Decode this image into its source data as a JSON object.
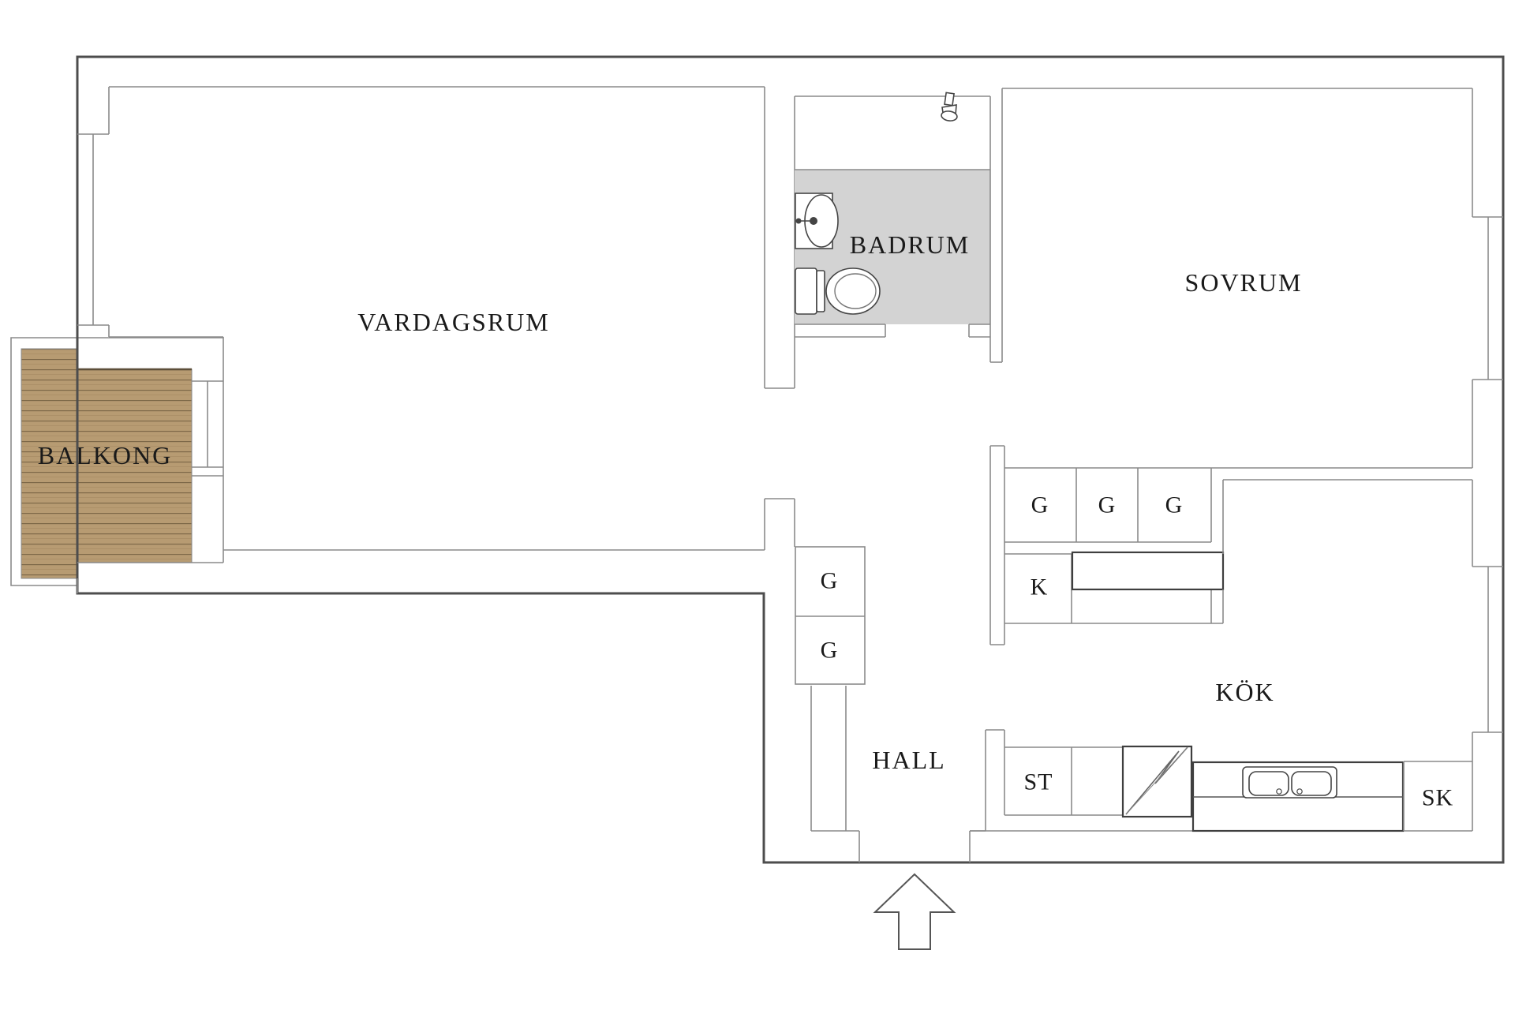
{
  "page": {
    "type": "apartment-floor-plan",
    "background": "#ffffff"
  },
  "rooms": {
    "vardagsrum": "VARDAGSRUM",
    "badrum": "BADRUM",
    "sovrum": "SOVRUM",
    "balkong": "BALKONG",
    "hall": "HALL",
    "kok": "KÖK"
  },
  "closets": {
    "g_row": [
      "G",
      "G",
      "G"
    ],
    "k_label": "K",
    "hall_g_top": "G",
    "hall_g_bottom": "G",
    "st_label": "ST",
    "sk_label": "SK"
  },
  "icons": {
    "bathroom": [
      "shower-head-icon",
      "washbasin-icon",
      "toilet-icon"
    ],
    "kitchen": [
      "stove-lightning-icon",
      "double-sink-icon"
    ],
    "entrance": "entry-arrow-up-icon"
  },
  "colors": {
    "outer_wall": "#4d4d4d",
    "inner_wall": "#8a8a8a",
    "fixture_line": "#444444",
    "furniture_line": "#3f3f3f",
    "bathroom_floor": "#d3d3d3",
    "wood_base": "#b79b72",
    "wood_stripe": "#7d6848",
    "label_text": "#1a1a1a"
  }
}
